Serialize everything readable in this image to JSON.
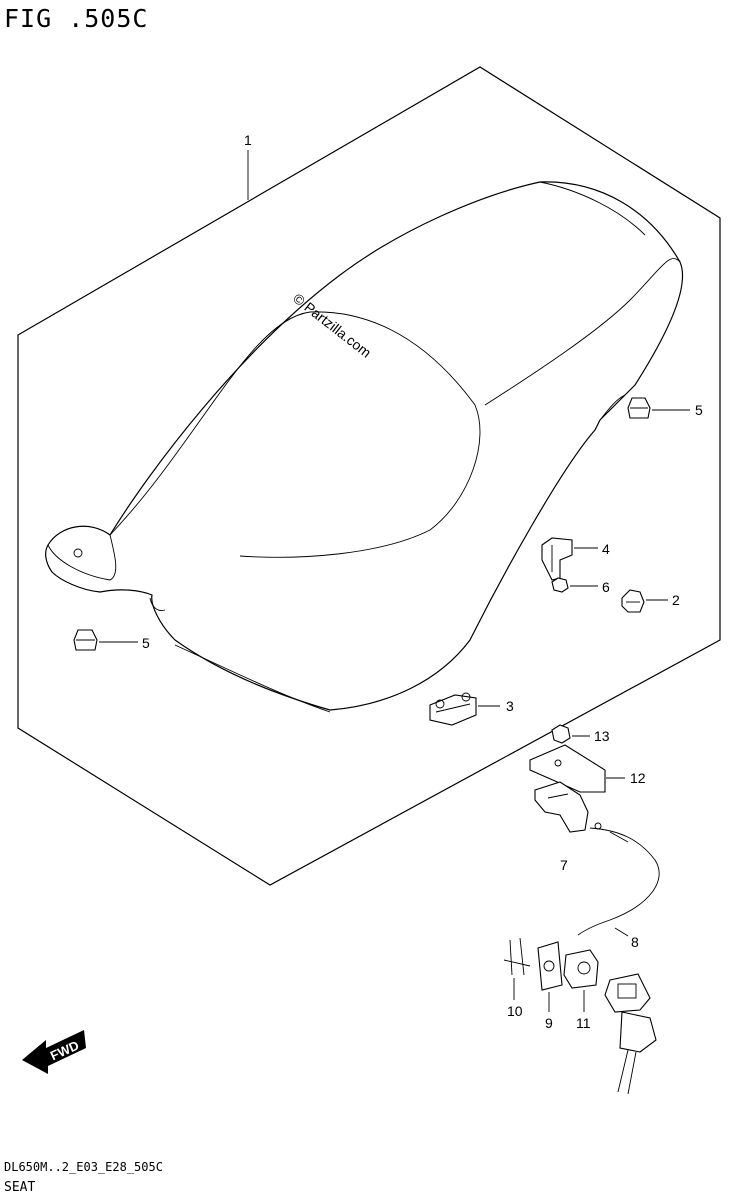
{
  "header": {
    "figure_id": "FIG .505C"
  },
  "footer": {
    "drawing_code": "DL650M..2_E03_E28_505C",
    "section_name": "SEAT"
  },
  "watermark": "© Partzilla.com",
  "fwd_label": "FWD",
  "callouts": [
    {
      "id": "c1",
      "label": "1"
    },
    {
      "id": "c2",
      "label": "2"
    },
    {
      "id": "c3",
      "label": "3"
    },
    {
      "id": "c4",
      "label": "4"
    },
    {
      "id": "c5a",
      "label": "5"
    },
    {
      "id": "c5b",
      "label": "5"
    },
    {
      "id": "c6",
      "label": "6"
    },
    {
      "id": "c7",
      "label": "7"
    },
    {
      "id": "c8",
      "label": "8"
    },
    {
      "id": "c9",
      "label": "9"
    },
    {
      "id": "c10",
      "label": "10"
    },
    {
      "id": "c11",
      "label": "11"
    },
    {
      "id": "c12",
      "label": "12"
    },
    {
      "id": "c13",
      "label": "13"
    }
  ]
}
